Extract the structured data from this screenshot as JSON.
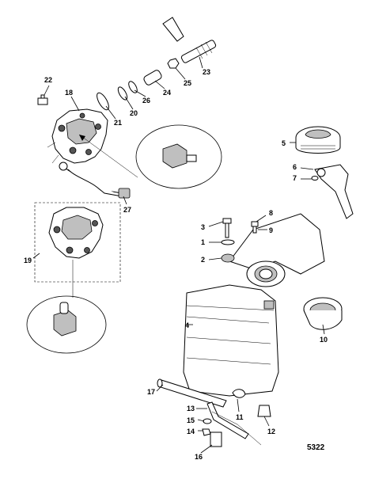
{
  "figure_number": "5322",
  "callouts": [
    "1",
    "2",
    "3",
    "4",
    "5",
    "6",
    "7",
    "8",
    "9",
    "10",
    "11",
    "12",
    "13",
    "14",
    "15",
    "16",
    "17",
    "18",
    "19",
    "20",
    "21",
    "22",
    "23",
    "24",
    "25",
    "26",
    "27"
  ]
}
